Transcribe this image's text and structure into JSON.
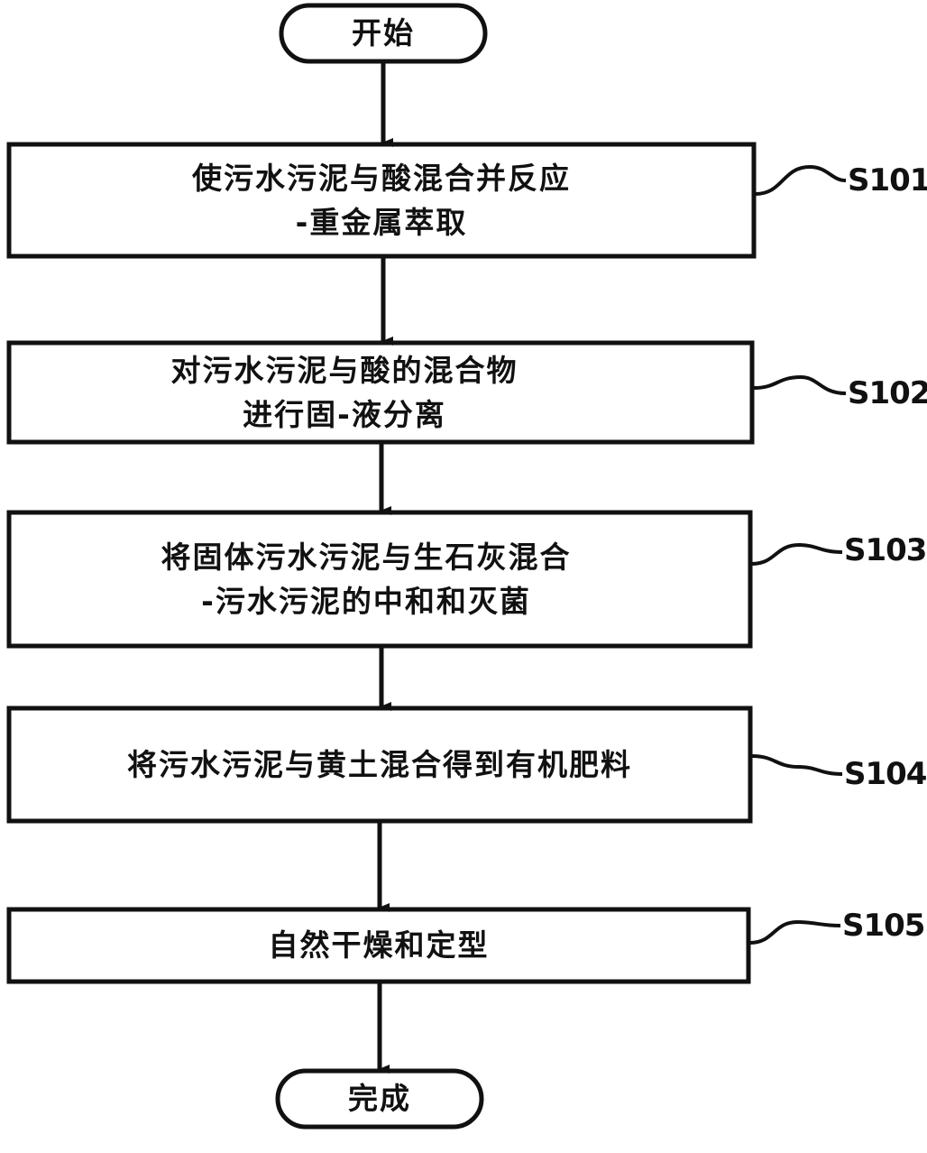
{
  "start": {
    "label": "开始"
  },
  "end": {
    "label": "完成"
  },
  "steps": [
    {
      "id": "S101",
      "lines": [
        "使污水污泥与酸混合并反应",
        "-重金属萃取"
      ]
    },
    {
      "id": "S102",
      "lines": [
        "对污水污泥与酸的混合物",
        "进行固-液分离"
      ]
    },
    {
      "id": "S103",
      "lines": [
        "将固体污水污泥与生石灰混合",
        "-污水污泥的中和和灭菌"
      ]
    },
    {
      "id": "S104",
      "lines": [
        "将污水污泥与黄土混合得到有机肥料"
      ]
    },
    {
      "id": "S105",
      "lines": [
        "自然干燥和定型"
      ]
    }
  ],
  "colors": {
    "stroke": "#111111",
    "background": "#ffffff"
  }
}
